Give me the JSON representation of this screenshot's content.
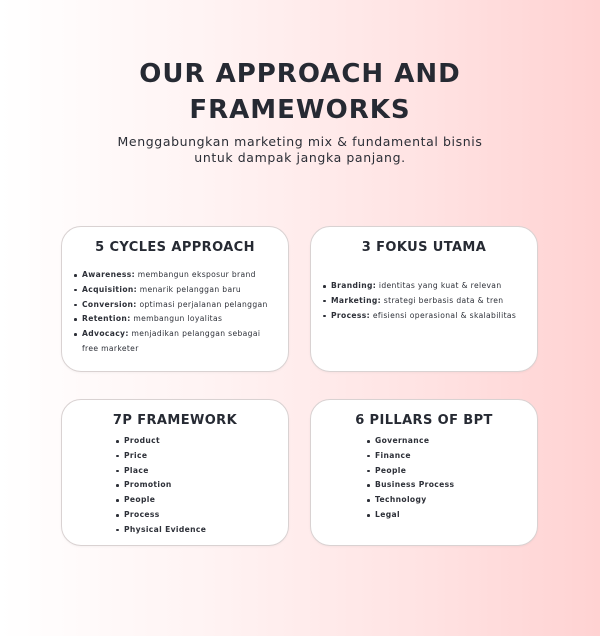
{
  "header": {
    "title_line1": "OUR APPROACH AND",
    "title_line2": "FRAMEWORKS",
    "subtitle_line1": "Menggabungkan marketing mix & fundamental bisnis",
    "subtitle_line2": "untuk dampak jangka panjang."
  },
  "cards": [
    {
      "title": "5 CYCLES APPROACH",
      "items": [
        {
          "term": "Awareness:",
          "text": " membangun eksposur brand"
        },
        {
          "term": "Acquisition:",
          "text": " menarik pelanggan baru"
        },
        {
          "term": "Conversion:",
          "text": " optimasi perjalanan pelanggan"
        },
        {
          "term": "Retention:",
          "text": " membangun loyalitas"
        },
        {
          "term": "Advocacy:",
          "text": " menjadikan pelanggan sebagai",
          "continuation": "free marketer"
        }
      ]
    },
    {
      "title": "3 FOKUS UTAMA",
      "items": [
        {
          "term": "Branding:",
          "text": " identitas yang kuat & relevan"
        },
        {
          "term": "Marketing:",
          "text": " strategi berbasis data & tren"
        },
        {
          "term": "Process:",
          "text": " efisiensi operasional & skalabilitas"
        }
      ]
    },
    {
      "title": "7P FRAMEWORK",
      "items": [
        "Product",
        "Price",
        "Place",
        "Promotion",
        "People",
        "Process",
        "Physical Evidence"
      ]
    },
    {
      "title": "6 PILLARS OF BPT",
      "items": [
        "Governance",
        "Finance",
        "People",
        "Business Process",
        "Technology",
        "Legal"
      ]
    }
  ]
}
